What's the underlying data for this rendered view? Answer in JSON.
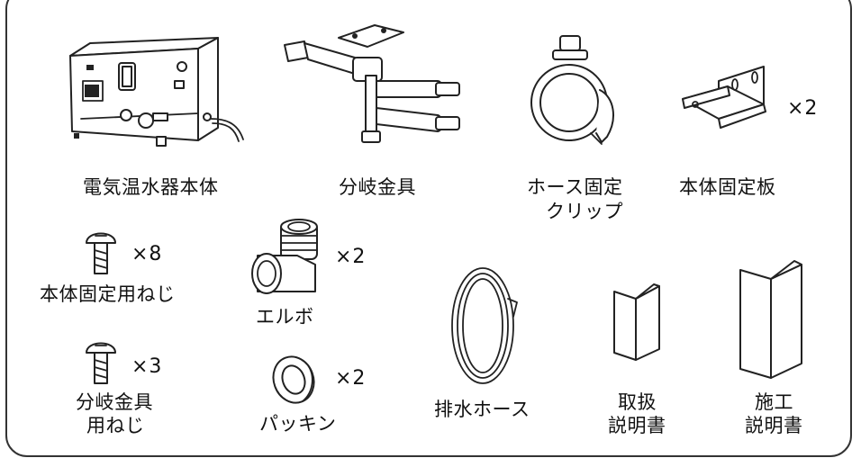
{
  "items": {
    "heater": {
      "label": "電気温水器本体",
      "icon": "water-heater-unit"
    },
    "branch_fitting": {
      "label": "分岐金具",
      "icon": "branch-pipe-fitting"
    },
    "hose_clip": {
      "label_line1": "ホース固定",
      "label_line2": "クリップ",
      "icon": "hose-clip"
    },
    "mount_plate": {
      "label": "本体固定板",
      "qty": "×2",
      "icon": "mounting-bracket"
    },
    "mount_screw": {
      "label": "本体固定用ねじ",
      "qty": "×8",
      "icon": "screw"
    },
    "elbow": {
      "label": "エルボ",
      "qty": "×2",
      "icon": "elbow-fitting"
    },
    "branch_screw": {
      "label_line1": "分岐金具",
      "label_line2": "用ねじ",
      "qty": "×3",
      "icon": "screw"
    },
    "packing": {
      "label": "パッキン",
      "qty": "×2",
      "icon": "rubber-packing-ring"
    },
    "drain_hose": {
      "label": "排水ホース",
      "icon": "coiled-drain-hose"
    },
    "manual_handling": {
      "label_line1": "取扱",
      "label_line2": "説明書",
      "icon": "folded-booklet"
    },
    "manual_install": {
      "label_line1": "施工",
      "label_line2": "説明書",
      "icon": "folded-booklet"
    }
  }
}
